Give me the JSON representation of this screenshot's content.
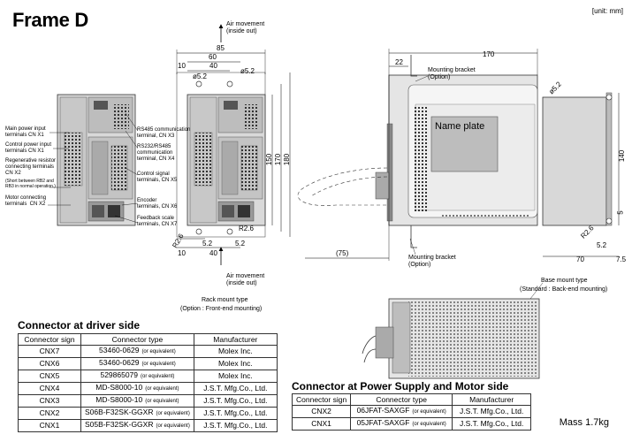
{
  "title": "Frame D",
  "unit": "[unit: mm]",
  "rack_view": {
    "air_top": "Air movement\n(inside out)",
    "air_bottom": "Air movement\n(inside out)",
    "caption_line1": "Rack mount type",
    "caption_line2": "(Option : Front-end mounting)",
    "dims": {
      "w85": "85",
      "w60": "60",
      "w10": "10",
      "w40": "40",
      "dia1": "ø5.2",
      "dia2": "ø5.2",
      "h150": "150",
      "h170": "170",
      "h180": "180",
      "r1": "R2.6",
      "r2": "R2.6",
      "b52a": "5.2",
      "b52b": "5.2",
      "b10": "10",
      "b40": "40"
    }
  },
  "left_labels": {
    "main_power": "Main power input\nterminals CN X1",
    "control_power": "Control power input\nterminals CN X1",
    "regen": "Regenerative resistor\nconnecting terminals\nCN X2",
    "regen_note": "(Short between RB2 and\nRB3 in normal operation.)",
    "motor": "Motor connecting\nterminals  CN X2"
  },
  "right_labels": {
    "rs485": "RS485 communication\nterminal, CN X3",
    "rs232": "RS232/RS485\ncommunication\nterminal, CN X4",
    "control_signal": "Control signal\nterminals, CN X5",
    "encoder": "Encoder\nterminals, CN X6",
    "feedback": "Feedback scale\nterminals, CN X7"
  },
  "side_view": {
    "bracket_top": "Mounting bracket\n(Option)",
    "bracket_bottom": "Mounting bracket\n(Option)",
    "name_plate": "Name plate",
    "d22": "22",
    "d170": "170",
    "d75": "(75)"
  },
  "base_view": {
    "dia": "ø5.2",
    "h140": "140",
    "d5": "5",
    "r26": "R2.6",
    "d52": "5.2",
    "d70": "70",
    "d75": "7.5",
    "caption_line1": "Base mount type",
    "caption_line2": "(Standard : Back-end mounting)"
  },
  "driver_table": {
    "heading": "Connector at driver side",
    "headers": [
      "Connector sign",
      "Connector type",
      "Manufacturer"
    ],
    "rows": [
      {
        "sign": "CNX7",
        "type": "53460-0629",
        "note": "(or equivalent)",
        "maker": "Molex Inc."
      },
      {
        "sign": "CNX6",
        "type": "53460-0629",
        "note": "(or equivalent)",
        "maker": "Molex Inc."
      },
      {
        "sign": "CNX5",
        "type": "529865079",
        "note": "(or equivalent)",
        "maker": "Molex Inc."
      },
      {
        "sign": "CNX4",
        "type": "MD-S8000-10",
        "note": "(or equivalent)",
        "maker": "J.S.T. Mfg.Co., Ltd."
      },
      {
        "sign": "CNX3",
        "type": "MD-S8000-10",
        "note": "(or equivalent)",
        "maker": "J.S.T. Mfg.Co., Ltd."
      },
      {
        "sign": "CNX2",
        "type": "S06B-F32SK-GGXR",
        "note": "(or equivalent)",
        "maker": "J.S.T. Mfg.Co., Ltd."
      },
      {
        "sign": "CNX1",
        "type": "S05B-F32SK-GGXR",
        "note": "(or equivalent)",
        "maker": "J.S.T. Mfg.Co., Ltd."
      }
    ]
  },
  "power_table": {
    "heading": "Connector at Power Supply and Motor side",
    "headers": [
      "Connector sign",
      "Connector type",
      "Manufacturer"
    ],
    "rows": [
      {
        "sign": "CNX2",
        "type": "06JFAT-SAXGF",
        "note": "(or equivalent)",
        "maker": "J.S.T. Mfg.Co., Ltd."
      },
      {
        "sign": "CNX1",
        "type": "05JFAT-SAXGF",
        "note": "(or equivalent)",
        "maker": "J.S.T. Mfg.Co., Ltd."
      }
    ]
  },
  "mass": "Mass 1.7kg"
}
